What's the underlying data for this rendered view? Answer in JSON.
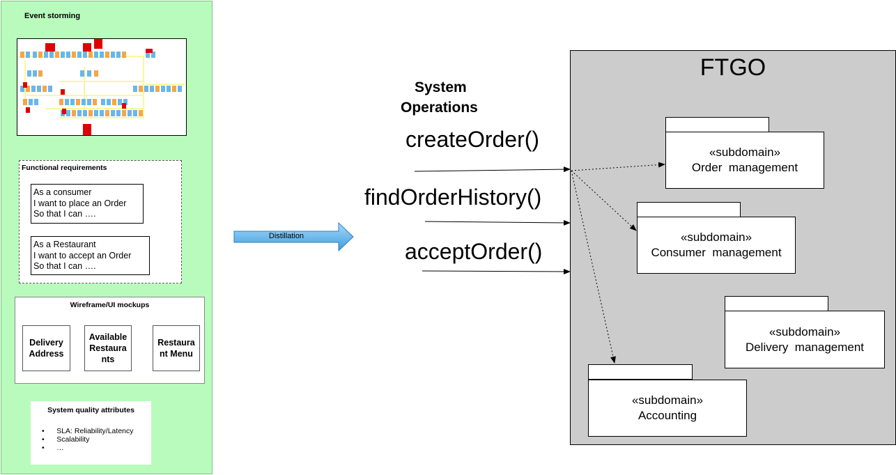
{
  "left_panel": {
    "event_storming_title": "Event storming",
    "functional_requirements": {
      "title": "Functional requirements",
      "stories": [
        {
          "lines": [
            "As a consumer",
            "I want to place an Order",
            "So that I can …."
          ]
        },
        {
          "lines": [
            "As a Restaurant",
            "I want to accept an Order",
            "So that I can …."
          ]
        }
      ]
    },
    "wireframe": {
      "title": "Wireframe/UI mockups",
      "mockups": [
        {
          "lines": [
            "Delivery",
            "Address"
          ]
        },
        {
          "lines": [
            "Available",
            "Restaura",
            "nts"
          ]
        },
        {
          "lines": [
            "Restaura",
            "nt Menu"
          ]
        }
      ]
    },
    "quality": {
      "title": "System quality attributes",
      "items": [
        "SLA: Reliability/Latency",
        "Scalability",
        "…"
      ]
    }
  },
  "distillation_label": "Distillation",
  "system_operations": {
    "title_line1": "System",
    "title_line2": "Operations",
    "operations": [
      "createOrder()",
      "findOrderHistory()",
      "acceptOrder()"
    ]
  },
  "ftgo": {
    "title": "FTGO",
    "subdomains": [
      {
        "stereotype": "«subdomain»",
        "name": "Order  management"
      },
      {
        "stereotype": "«subdomain»",
        "name": "Consumer  management"
      },
      {
        "stereotype": "«subdomain»",
        "name": "Delivery  management"
      },
      {
        "stereotype": "«subdomain»",
        "name": "Accounting"
      }
    ]
  },
  "colors": {
    "left_panel_bg": "#b9fbbd",
    "ftgo_bg": "#cccccc",
    "distill_arrow": "#4aa8e0",
    "sticky_orange": "#f5a54a",
    "sticky_blue": "#68b7ea",
    "sticky_red": "#e00000",
    "sticky_yellow": "#fbf79a"
  }
}
